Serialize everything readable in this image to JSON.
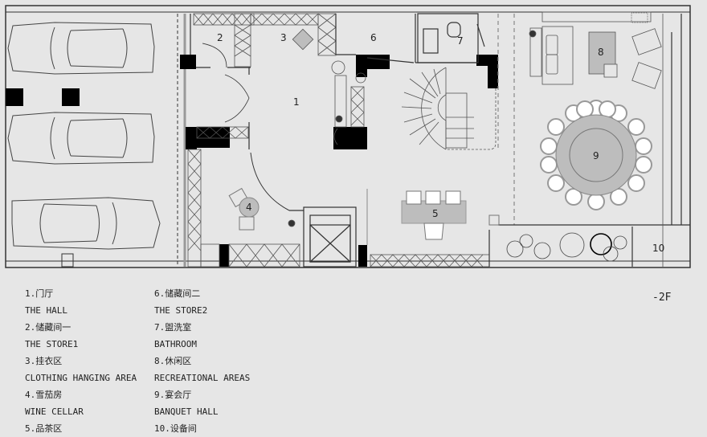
{
  "floor_label": "-2F",
  "room_numbers": [
    "1",
    "2",
    "3",
    "4",
    "5",
    "6",
    "7",
    "8",
    "9",
    "10"
  ],
  "legend": [
    {
      "number": "1",
      "cn": "1.门厅",
      "en": "THE HALL"
    },
    {
      "number": "2",
      "cn": "2.储藏间一",
      "en": "THE STORE1"
    },
    {
      "number": "3",
      "cn": "3.挂衣区",
      "en": "CLOTHING HANGING AREA"
    },
    {
      "number": "4",
      "cn": "4.雪茄房",
      "en": "WINE CELLAR"
    },
    {
      "number": "5",
      "cn": "5.品茶区",
      "en": ""
    },
    {
      "number": "6",
      "cn": "6.储藏间二",
      "en": "THE STORE2"
    },
    {
      "number": "7",
      "cn": "7.盥洗室",
      "en": "BATHROOM"
    },
    {
      "number": "8",
      "cn": "8.休闲区",
      "en": "RECREATIONAL AREAS"
    },
    {
      "number": "9",
      "cn": "9.宴会厅",
      "en": "BANQUET HALL"
    },
    {
      "number": "10",
      "cn": "10.设备间",
      "en": ""
    }
  ],
  "colors": {
    "background": "#e6e6e6",
    "wall_solid": "#000000",
    "line": "#333333",
    "furniture_fill": "#bdbdbd"
  }
}
